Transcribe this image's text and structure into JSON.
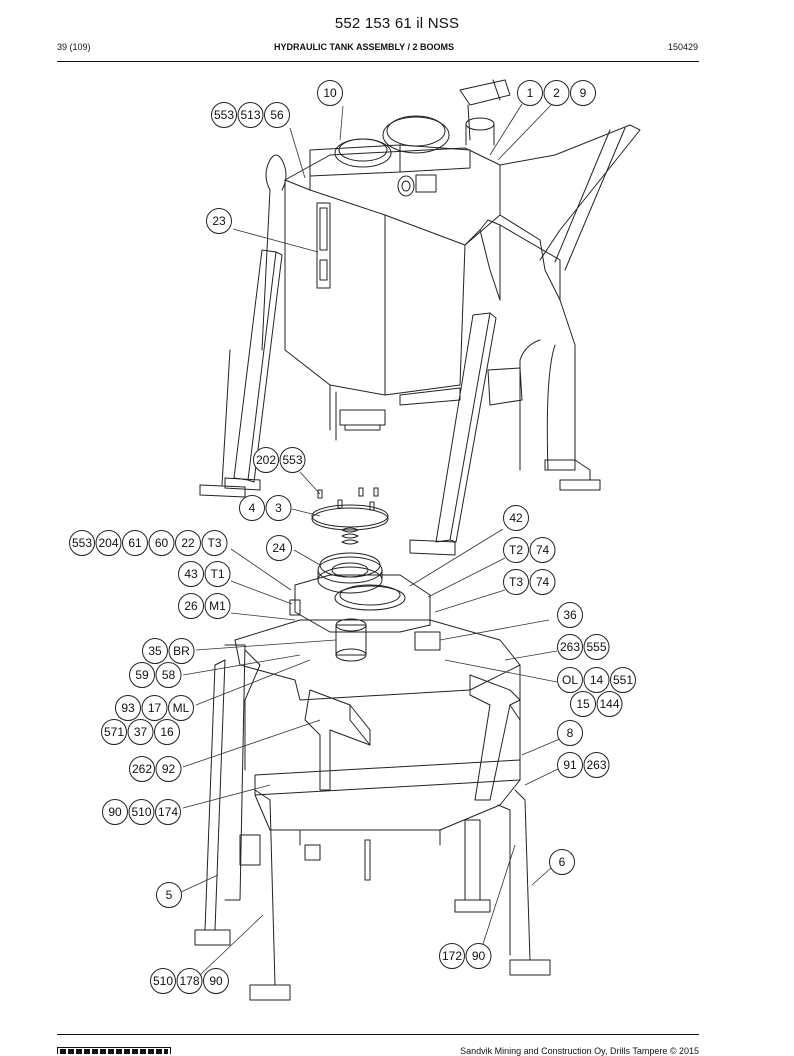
{
  "document": {
    "title": "552 153 61 il NSS",
    "page": "39 (109)",
    "section_title": "HYDRAULIC TANK ASSEMBLY / 2 BOOMS",
    "date_code": "150429",
    "footer_text": "Sandvik Mining and Construction Oy, Drills Tampere © 2015"
  },
  "drawing": {
    "callouts": [
      {
        "id": "c10",
        "labels": [
          "10"
        ]
      },
      {
        "id": "c1-2-9",
        "labels": [
          "1",
          "2",
          "9"
        ]
      },
      {
        "id": "c553-513-56",
        "labels": [
          "553",
          "513",
          "56"
        ]
      },
      {
        "id": "c23",
        "labels": [
          "23"
        ]
      },
      {
        "id": "c202-553",
        "labels": [
          "202",
          "553"
        ]
      },
      {
        "id": "c4-3",
        "labels": [
          "4",
          "3"
        ]
      },
      {
        "id": "c42",
        "labels": [
          "42"
        ]
      },
      {
        "id": "c553-204-61-60-22-T3",
        "labels": [
          "553",
          "204",
          "61",
          "60",
          "22",
          "T3"
        ]
      },
      {
        "id": "c24",
        "labels": [
          "24"
        ]
      },
      {
        "id": "cT2-74",
        "labels": [
          "T2",
          "74"
        ]
      },
      {
        "id": "c43-T1",
        "labels": [
          "43",
          "T1"
        ]
      },
      {
        "id": "cT3-74",
        "labels": [
          "T3",
          "74"
        ]
      },
      {
        "id": "c26-M1",
        "labels": [
          "26",
          "M1"
        ]
      },
      {
        "id": "c36",
        "labels": [
          "36"
        ]
      },
      {
        "id": "c35-BR",
        "labels": [
          "35",
          "BR"
        ]
      },
      {
        "id": "c263-555",
        "labels": [
          "263",
          "555"
        ]
      },
      {
        "id": "c59-58",
        "labels": [
          "59",
          "58"
        ]
      },
      {
        "id": "cOL-14-551",
        "labels": [
          "OL",
          "14",
          "551"
        ]
      },
      {
        "id": "c93-17-ML",
        "labels": [
          "93",
          "17",
          "ML"
        ]
      },
      {
        "id": "c15-144",
        "labels": [
          "15",
          "144"
        ]
      },
      {
        "id": "c571-37-16",
        "labels": [
          "571",
          "37",
          "16"
        ]
      },
      {
        "id": "c8",
        "labels": [
          "8"
        ]
      },
      {
        "id": "c262-92",
        "labels": [
          "262",
          "92"
        ]
      },
      {
        "id": "c91-263",
        "labels": [
          "91",
          "263"
        ]
      },
      {
        "id": "c90-510-174",
        "labels": [
          "90",
          "510",
          "174"
        ]
      },
      {
        "id": "c6",
        "labels": [
          "6"
        ]
      },
      {
        "id": "c5",
        "labels": [
          "5"
        ]
      },
      {
        "id": "c172-90",
        "labels": [
          "172",
          "90"
        ]
      },
      {
        "id": "c510-178-90",
        "labels": [
          "510",
          "178",
          "90"
        ]
      }
    ]
  }
}
